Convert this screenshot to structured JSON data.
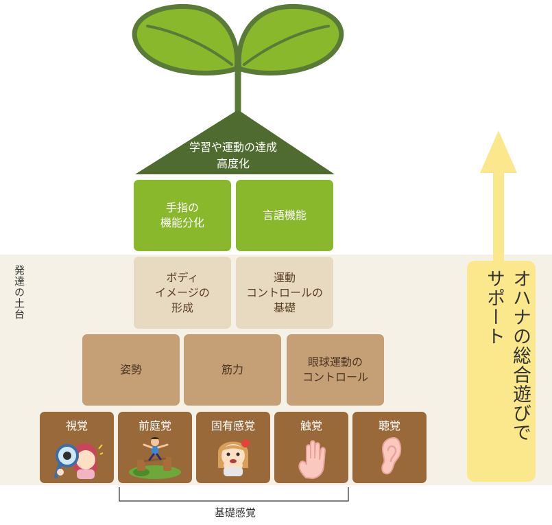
{
  "diagram": {
    "foundation_label": "発達の土台",
    "roof_text": "学習や運動の達成\n高度化",
    "support_text": "オハナの総合遊びで\nサポート",
    "bracket_label": "基礎感覚",
    "level_higher": [
      "手指の\n機能分化",
      "言語機能"
    ],
    "level_body": [
      "ボディ\nイメージの\n形成",
      "運動\nコントロールの\n基礎"
    ],
    "level_motor": [
      "姿勢",
      "筋力",
      "眼球運動の\nコントロール"
    ],
    "level_senses": [
      {
        "label": "視覚",
        "icon": "magnifier-girl-icon"
      },
      {
        "label": "前庭覚",
        "icon": "balance-boy-icon"
      },
      {
        "label": "固有感覚",
        "icon": "girl-face-icon"
      },
      {
        "label": "触覚",
        "icon": "hand-icon"
      },
      {
        "label": "聴覚",
        "icon": "ear-icon"
      }
    ]
  },
  "colors": {
    "sprout": "#5a7a38",
    "roof": "#4f6b2f",
    "leaf": "#8ab82d",
    "band": "#f5f1e6",
    "arrow": "#fce88c",
    "green_box": "#8ab82d",
    "beige_box": "#e8dac0",
    "brown_box": "#c59f76",
    "dark_box": "#99693a"
  }
}
